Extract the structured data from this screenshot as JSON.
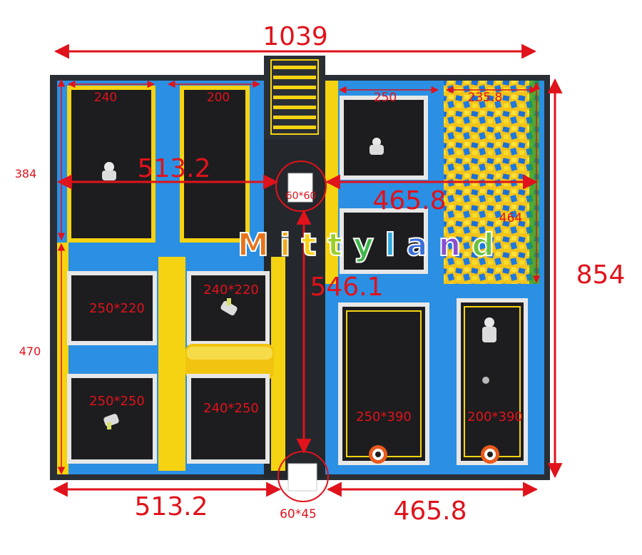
{
  "total_width": "1039",
  "total_height": "854",
  "left_width_top": "513.2",
  "right_width_top": "465.8",
  "left_width_bottom": "513.2",
  "right_width_bottom": "465.8",
  "center_length": "546.1",
  "center_top_square": "60*60",
  "center_bottom_square": "60*45",
  "left_height_top": "384",
  "left_height_bottom": "470",
  "tramp_top_left_1": "240",
  "tramp_top_left_2": "200",
  "tramp_top_right": "250",
  "foam_pit_width": "235.8",
  "foam_pit_height": "464",
  "tramp_mid_left": "250*220",
  "tramp_mid_center": "240*220",
  "tramp_bottom_left": "250*250",
  "tramp_bottom_center": "240*250",
  "tramp_long_left": "250*390",
  "tramp_long_right": "200*390",
  "brand": "Mittyland",
  "brand_letters": [
    "M",
    "i",
    "t",
    "t",
    "y",
    "l",
    "a",
    "n",
    "d"
  ],
  "colors": {
    "dimension_red": "#e0121b",
    "floor_blue": "#2b8fe3",
    "mat_black": "#1d1d1f",
    "pad_yellow": "#f5d312",
    "wall_dark": "#2a2e35"
  }
}
